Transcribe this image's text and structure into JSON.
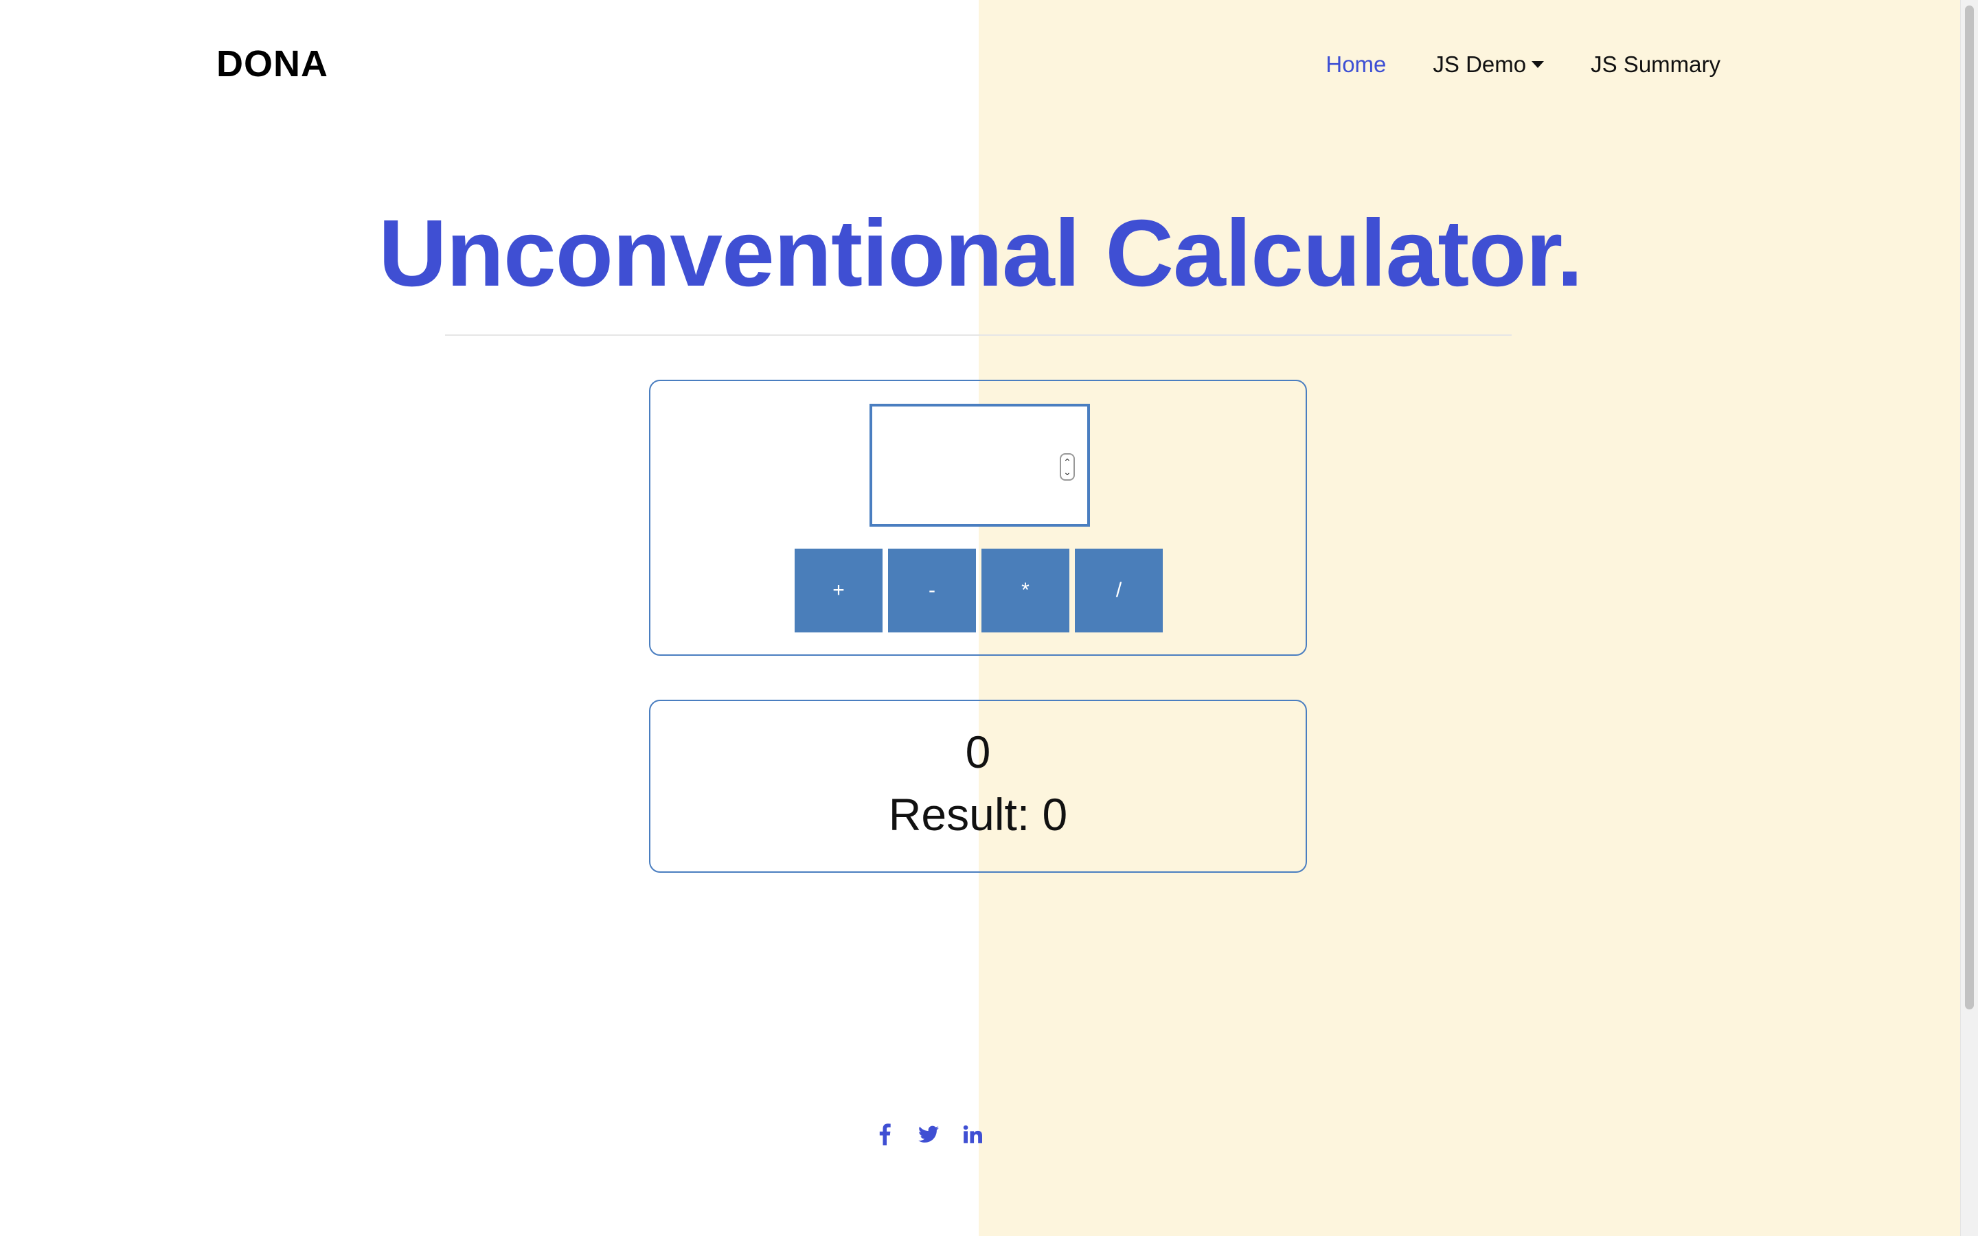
{
  "brand": "DONA",
  "nav": {
    "home": "Home",
    "js_demo": "JS Demo",
    "js_summary": "JS Summary"
  },
  "hero": {
    "title": "Unconventional Calculator."
  },
  "calculator": {
    "input_value": "",
    "ops": {
      "add": "+",
      "subtract": "-",
      "multiply": "*",
      "divide": "/"
    }
  },
  "output": {
    "current_value": "0",
    "result": "Result: 0"
  },
  "social": [
    "facebook-icon",
    "twitter-icon",
    "linkedin-icon"
  ],
  "colors": {
    "accent": "#3f4fd3",
    "button": "#4a7eba",
    "border": "#4a7ec0",
    "right_panel": "#fdf5dd"
  }
}
